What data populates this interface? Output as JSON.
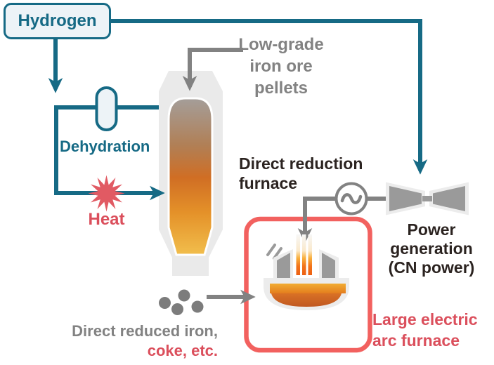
{
  "title": "Hydrogen direct reduction ironmaking process diagram",
  "labels": {
    "hydrogen": "Hydrogen",
    "dehydration": "Dehydration",
    "heat": "Heat",
    "low_grade_iron_ore_pellets": {
      "lines": [
        "Low-grade",
        "iron ore",
        "pellets"
      ]
    },
    "direct_reduction_furnace": {
      "lines": [
        "Direct reduction",
        "furnace"
      ]
    },
    "power_generation": {
      "lines": [
        "Power",
        "generation",
        "(CN power)"
      ]
    },
    "large_electric_arc_furnace": {
      "lines": [
        "Large electric",
        "arc furnace"
      ]
    },
    "direct_reduced_iron": "Direct reduced iron,",
    "coke_etc": "coke, etc."
  },
  "icons": {
    "generator": "sine-wave-circle",
    "turbine": "bowtie-turbine",
    "heat": "starburst",
    "dehydration": "pill-valve",
    "furnace": "shaft-furnace-gradient",
    "eaf": "electric-arc-furnace",
    "pellets": "four-dots"
  },
  "arrows": [
    "hydrogen to power turbine (teal, top)",
    "hydrogen down into recycle loop (teal)",
    "loop through dehydration and heat into direct reduction furnace (teal)",
    "low-grade iron ore pellets into furnace top (gray)",
    "generator power line down into large electric arc furnace (gray)",
    "direct reduced iron into large electric arc furnace (gray)"
  ],
  "colors": {
    "teal": "#166A85",
    "gray_line": "#828282",
    "red_text": "#DB4F5C",
    "red_box": "#F2615F",
    "starburst": "#E15A63",
    "black_text": "#2B2320",
    "furnace_light": "#EAEAEA",
    "furnace_top_gray": "#A49E9A",
    "furnace_bottom_gold": "#F2C04E",
    "box_fill": "#EDF3F7"
  }
}
